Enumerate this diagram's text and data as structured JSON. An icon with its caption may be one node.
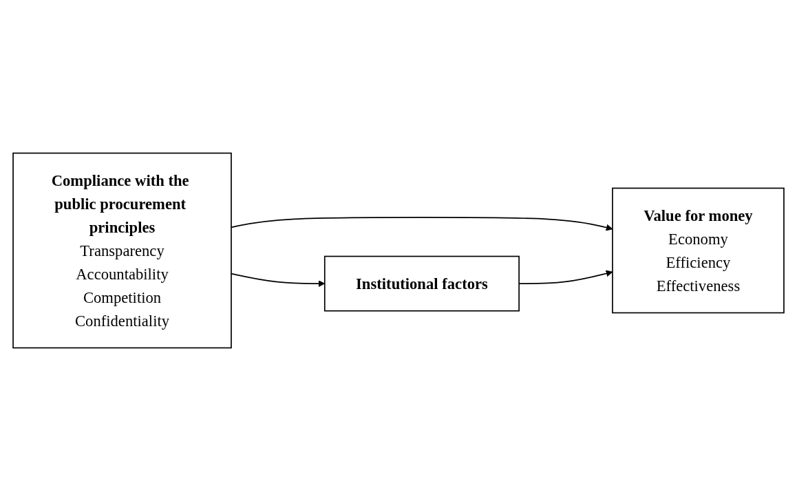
{
  "diagram": {
    "nodes": [
      {
        "text": [
          "Compliance with the public procurement principles",
          "Transparency",
          "Accountability",
          "Competition",
          "Confidentiality"
        ]
      },
      {
        "text": [
          "Value for money",
          "Economy",
          "Efficiency",
          "Effectiveness"
        ]
      },
      {
        "text": [
          "Institutional factors"
        ]
      }
    ],
    "edges": [
      {
        "from": 0,
        "to": 1,
        "arrow": "to"
      },
      {
        "from": 0,
        "to": 2,
        "arrow": "to"
      },
      {
        "from": 2,
        "to": 1,
        "arrow": "to"
      }
    ]
  }
}
